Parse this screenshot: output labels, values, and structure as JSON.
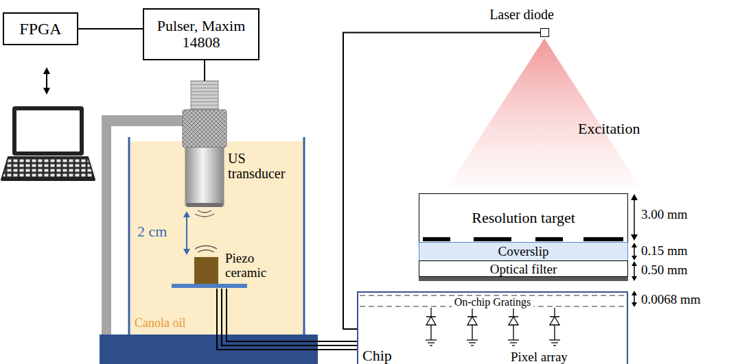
{
  "diagram": {
    "nodes": [
      {
        "text": [
          "FPGA"
        ]
      },
      {
        "text": [
          "Pulser, Maxim 14808"
        ]
      },
      {
        "text": [
          "Canola oil"
        ]
      },
      {
        "text": [
          "US transducer"
        ],
        "in": 2
      },
      {
        "text": [
          "Piezo ceramic"
        ],
        "in": 2
      },
      {
        "text": [
          "Laser diode"
        ]
      },
      {
        "text": [
          "Resolution target"
        ]
      },
      {
        "text": [
          "Coverslip"
        ]
      },
      {
        "text": [
          "Optical filter"
        ]
      },
      {
        "text": [
          "Chip",
          "On-chip Gratings",
          "Pixel array"
        ]
      }
    ],
    "edges": [
      {
        "from": 0,
        "to": 1,
        "arrow": "none"
      },
      {
        "from": 1,
        "to": 3,
        "arrow": "none"
      },
      {
        "from": 4,
        "to": 9,
        "arrow": "none"
      },
      {
        "from": 9,
        "to": 5,
        "arrow": "none"
      }
    ],
    "labels": [
      "2 cm",
      "Excitation",
      "3.00 mm",
      "0.15 mm",
      "0.50 mm",
      "0.0068 mm"
    ]
  }
}
